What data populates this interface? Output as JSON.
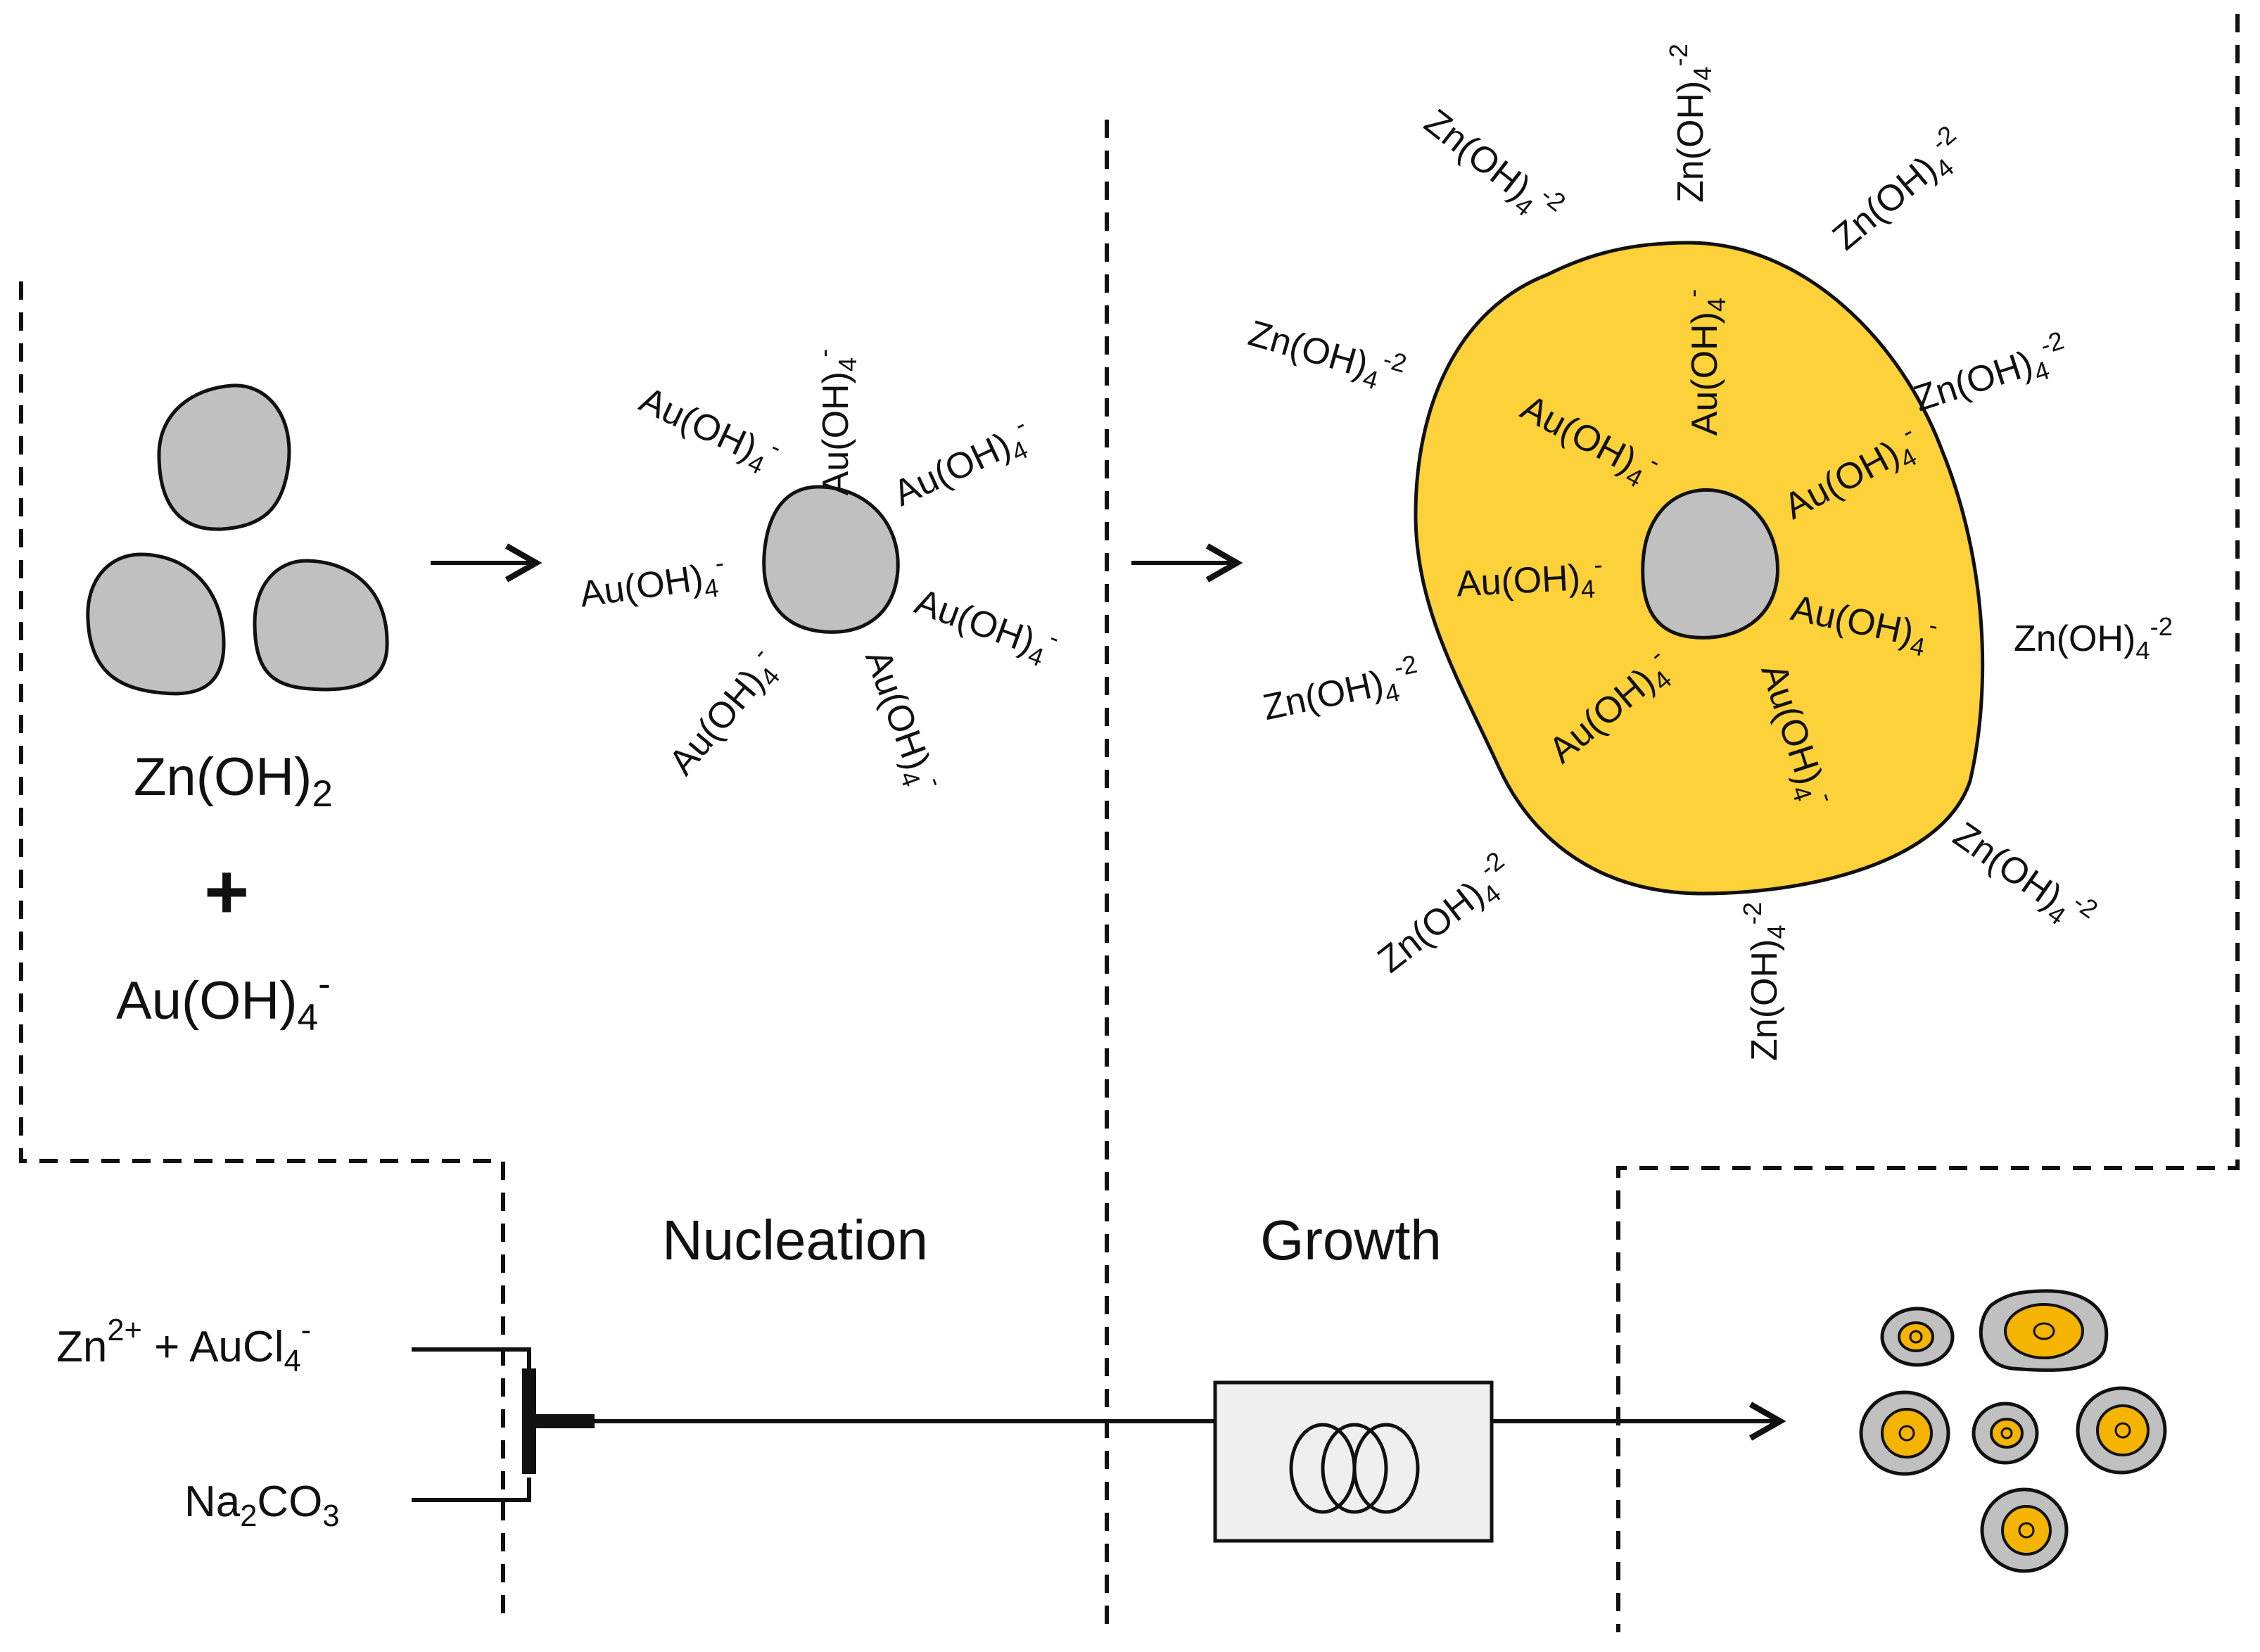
{
  "colors": {
    "gray_particle": "#c0c0c0",
    "gold": "#fcd13a",
    "gold_small": "#f5b400",
    "box_fill": "#efefef",
    "line": "#111111"
  },
  "reactants": {
    "zn_oh2": {
      "base": "Zn(OH)",
      "sub": "2"
    },
    "plus": "+",
    "au_oh4": {
      "base": "Au(OH)",
      "sub": "4",
      "sup": "-"
    }
  },
  "nucleation_cluster": {
    "ion": {
      "base": "Au(OH)",
      "sub": "4",
      "sup": "-"
    }
  },
  "growth_cluster": {
    "inner_ion": {
      "base": "Au(OH)",
      "sub": "4",
      "sup": "-"
    },
    "outer_ion": {
      "base": "Zn(OH)",
      "sub": "4",
      "sup": "-2"
    }
  },
  "stages": {
    "nucleation": "Nucleation",
    "growth": "Growth"
  },
  "inputs": {
    "feed1": {
      "a": "Zn",
      "a_sup": "2+",
      "mid": " + AuCl",
      "b_sub": "4",
      "b_sup": "-"
    },
    "feed2": {
      "a": "Na",
      "a_sub": "2",
      "mid": "CO",
      "b_sub": "3"
    }
  },
  "icons": [
    "arrow-right-icon",
    "coil-reactor-icon",
    "t-mixer-icon"
  ]
}
